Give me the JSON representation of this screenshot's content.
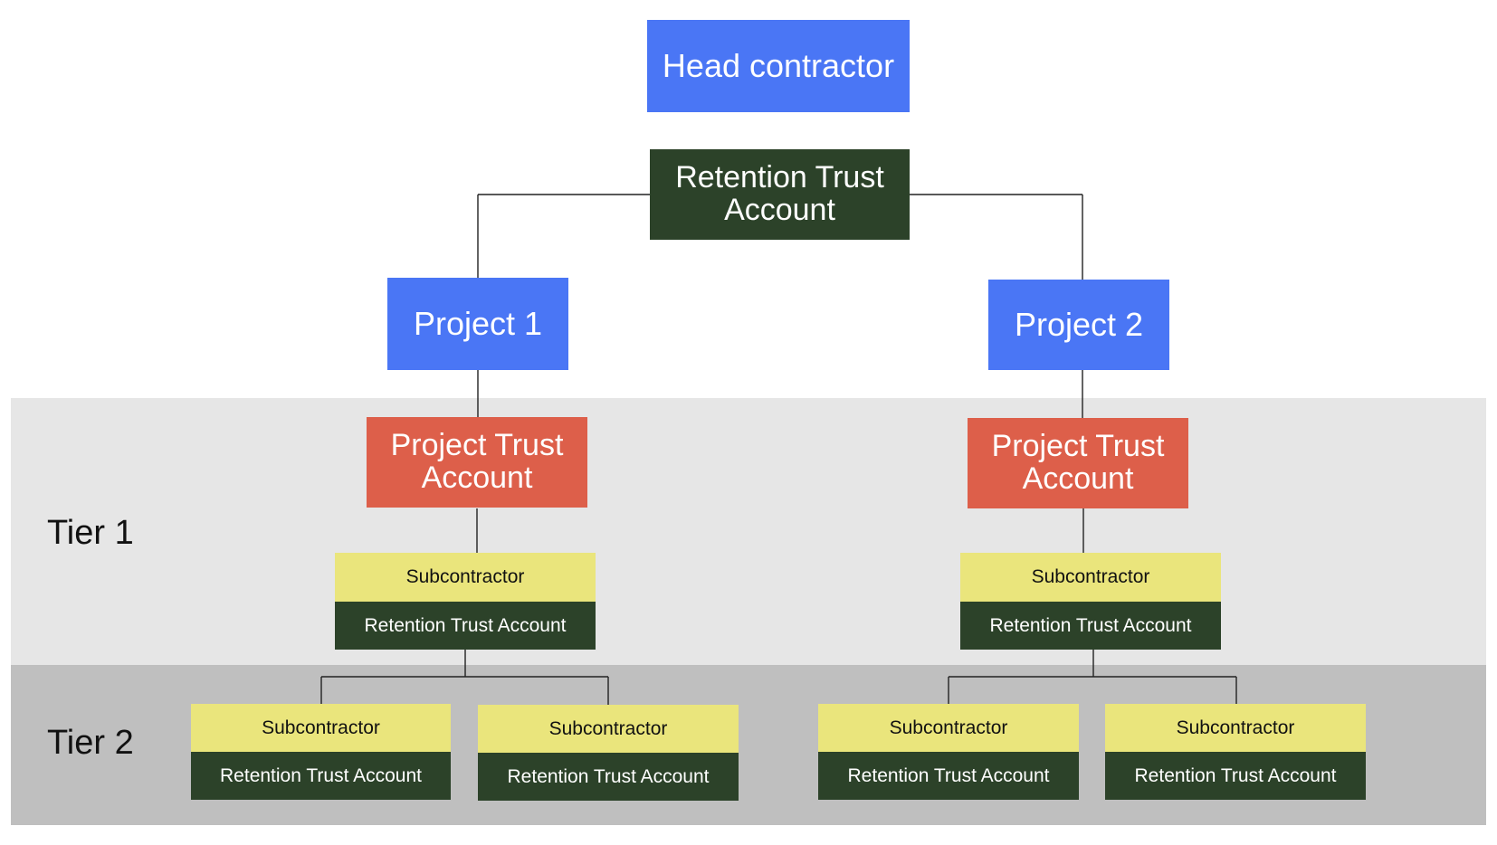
{
  "head_contractor": "Head contractor",
  "head_rta": "Retention Trust Account",
  "projects": [
    {
      "name": "Project 1",
      "trust_account": "Project Trust Account",
      "tier1_sub": {
        "label": "Subcontractor",
        "account": "Retention Trust Account"
      },
      "tier2_subs": [
        {
          "label": "Subcontractor",
          "account": "Retention Trust Account"
        },
        {
          "label": "Subcontractor",
          "account": "Retention Trust Account"
        }
      ]
    },
    {
      "name": "Project 2",
      "trust_account": "Project Trust Account",
      "tier1_sub": {
        "label": "Subcontractor",
        "account": "Retention Trust Account"
      },
      "tier2_subs": [
        {
          "label": "Subcontractor",
          "account": "Retention Trust Account"
        },
        {
          "label": "Subcontractor",
          "account": "Retention Trust Account"
        }
      ]
    }
  ],
  "tiers": {
    "tier1": "Tier 1",
    "tier2": "Tier 2"
  },
  "colors": {
    "blue": "#4a76f5",
    "dark_green": "#2c4229",
    "red": "#dd5f4a",
    "yellow": "#eae57c",
    "tier1_band": "#e6e6e6",
    "tier2_band": "#bfbfbf"
  }
}
